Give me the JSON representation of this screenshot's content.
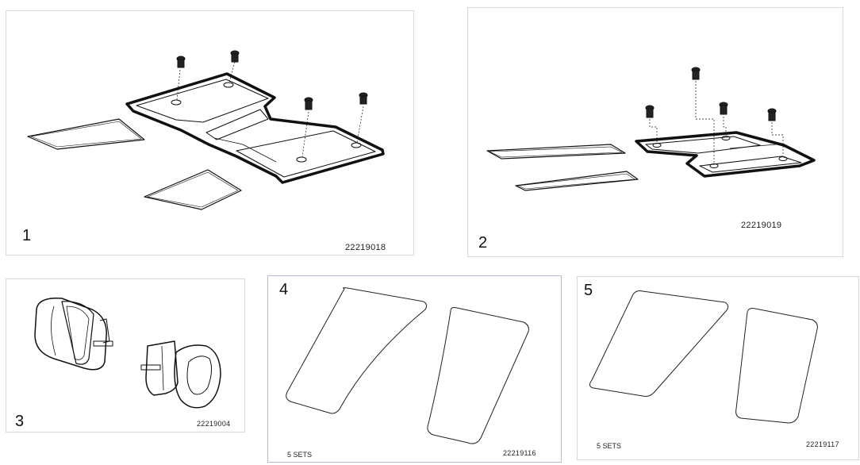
{
  "panels": [
    {
      "number": "1",
      "code": "22219018",
      "sets": ""
    },
    {
      "number": "2",
      "code": "22219019",
      "sets": ""
    },
    {
      "number": "3",
      "code": "22219004",
      "sets": ""
    },
    {
      "number": "4",
      "code": "22219116",
      "sets": "5 SETS"
    },
    {
      "number": "5",
      "code": "22219117",
      "sets": "5 SETS"
    }
  ]
}
